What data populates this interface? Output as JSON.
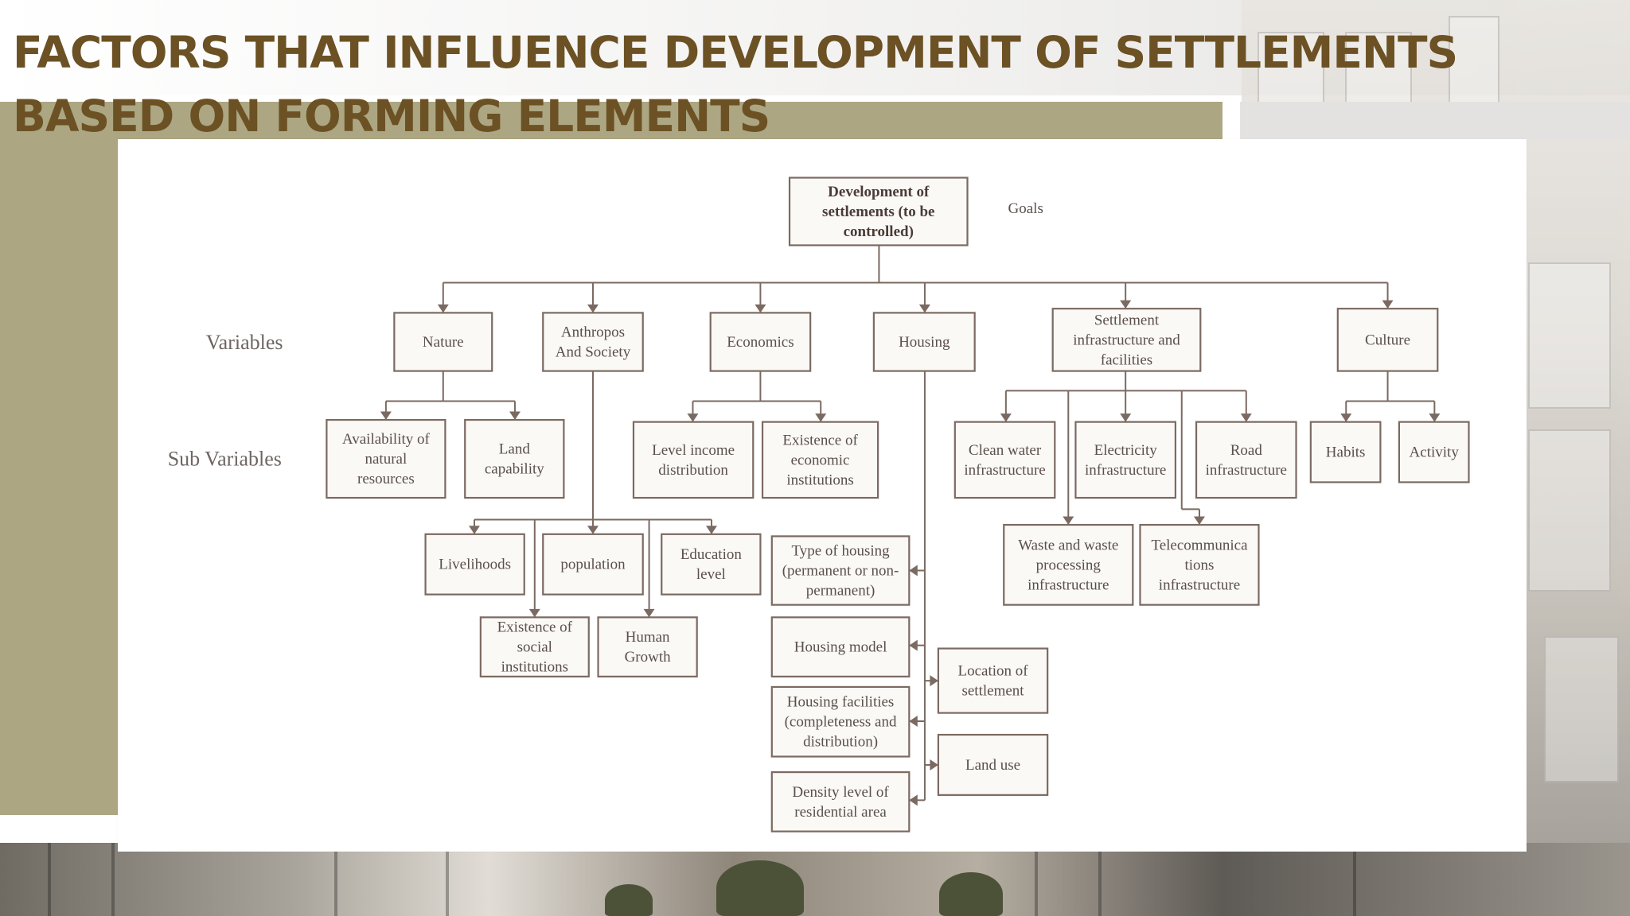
{
  "slide": {
    "title_line1": "FACTORS THAT INFLUENCE DEVELOPMENT OF SETTLEMENTS",
    "title_line2": "BASED ON FORMING ELEMENTS",
    "title_color": "#6b5124",
    "accent_color": "#aca682"
  },
  "diagram": {
    "goals_label": "Goals",
    "variables_label": "Variables",
    "sub_variables_label": "Sub Variables",
    "nodes": {
      "goal": "Development of|settlements (to be|controlled)",
      "nature": "Nature",
      "anthropos": "Anthropos|And Society",
      "economics": "Economics",
      "housing": "Housing",
      "settlement_infra": "Settlement|infrastructure and|facilities",
      "culture": "Culture",
      "availability": "Availability of|natural|resources",
      "land_capability": "Land|capability",
      "level_income": "Level income|distribution",
      "existence_economic": "Existence of|economic|institutions",
      "clean_water": "Clean water|infrastructure",
      "electricity": "Electricity|infrastructure",
      "road": "Road|infrastructure",
      "habits": "Habits",
      "activity": "Activity",
      "livelihoods": "Livelihoods",
      "population": "population",
      "education": "Education|level",
      "existence_social": "Existence of|social|institutions",
      "human_growth": "Human|Growth",
      "type_housing": "Type of housing|(permanent or non-|permanent)",
      "housing_model": "Housing model",
      "housing_facilities": "Housing facilities|(completeness and|distribution)",
      "density": "Density level of|residential area",
      "location": "Location of|settlement",
      "land_use": "Land use",
      "waste": "Waste and waste|processing|infrastructure",
      "telecom": "Telecommunica|tions|infrastructure"
    }
  }
}
